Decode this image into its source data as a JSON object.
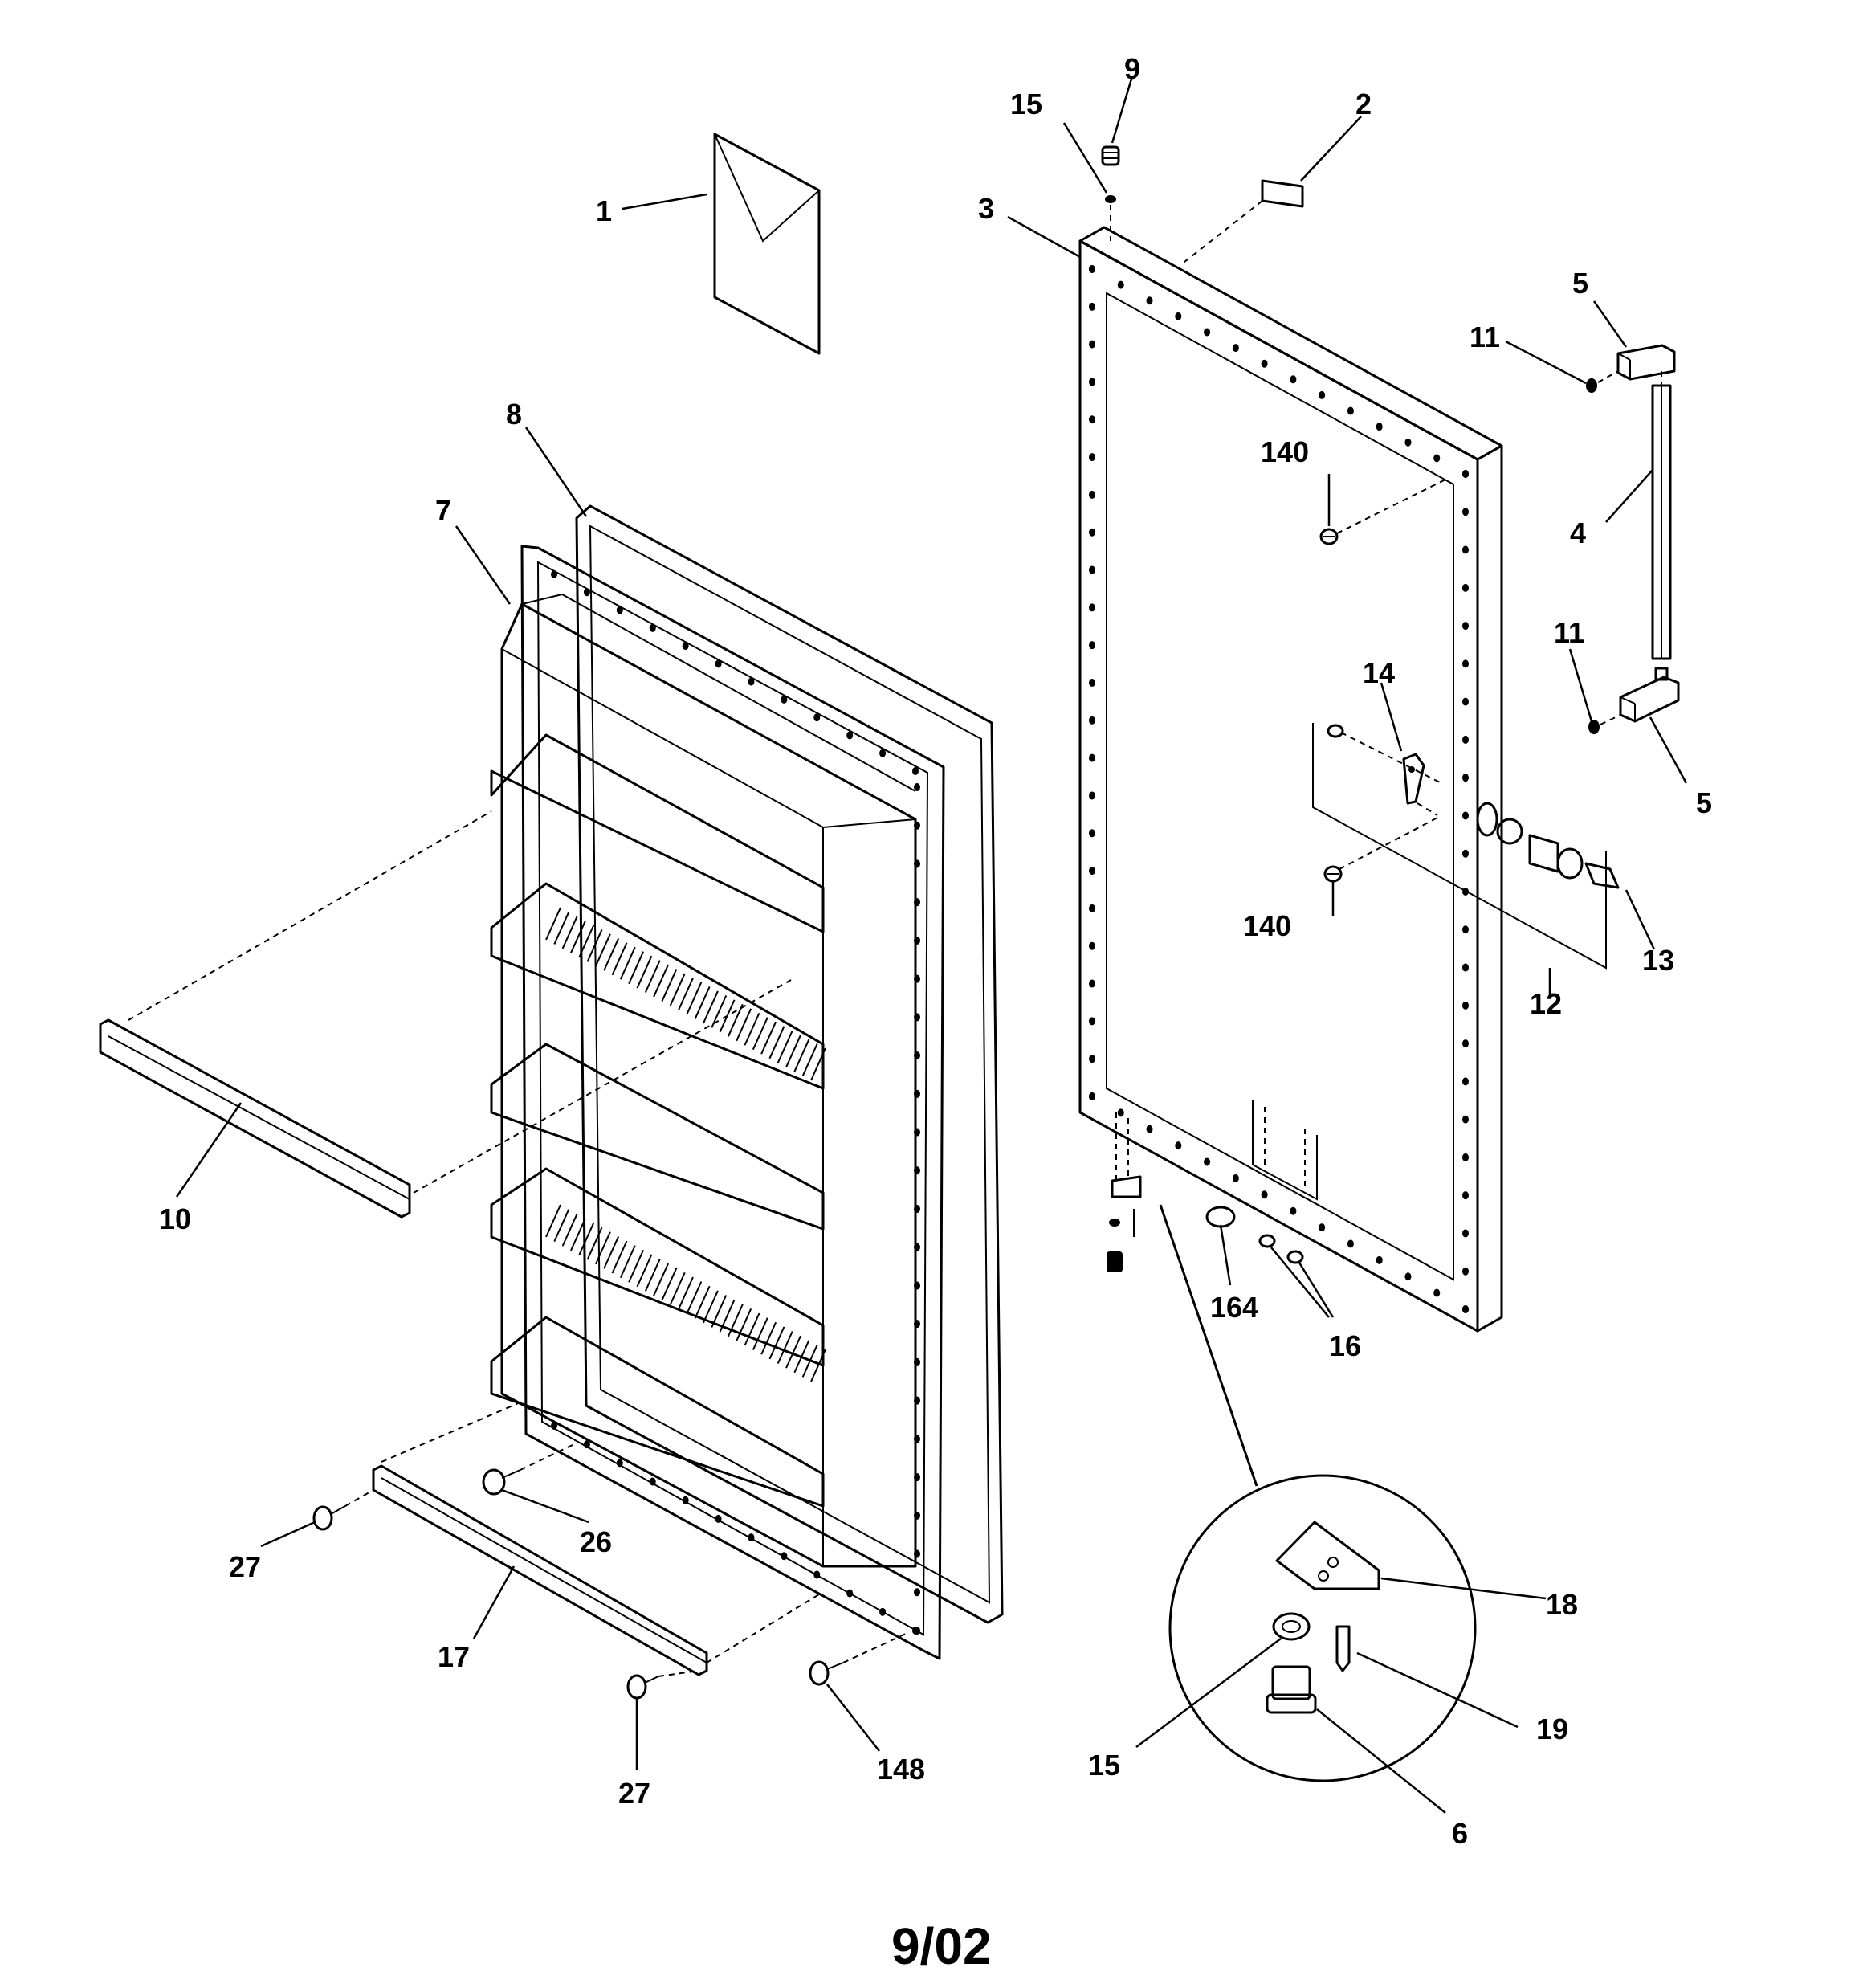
{
  "callouts": {
    "c1": "1",
    "c2": "2",
    "c3": "3",
    "c4": "4",
    "c5a": "5",
    "c5b": "5",
    "c6": "6",
    "c7": "7",
    "c8": "8",
    "c9": "9",
    "c10": "10",
    "c11a": "11",
    "c11b": "11",
    "c12": "12",
    "c13": "13",
    "c14": "14",
    "c15a": "15",
    "c15b": "15",
    "c16": "16",
    "c17": "17",
    "c18": "18",
    "c19": "19",
    "c26": "26",
    "c27a": "27",
    "c27b": "27",
    "c140a": "140",
    "c140b": "140",
    "c148": "148",
    "c164": "164"
  },
  "footer": {
    "date": "9/02"
  }
}
